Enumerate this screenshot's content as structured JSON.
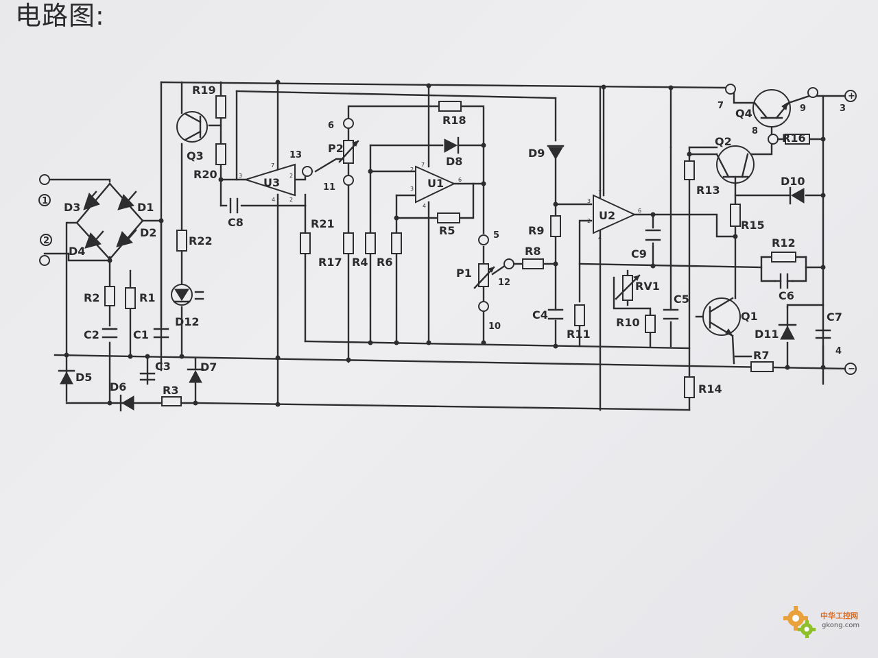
{
  "title": "电路图:",
  "watermark": {
    "site_name": "中华工控网",
    "url": "gkong.com"
  },
  "colors": {
    "ink": "#2d2d30",
    "paper": "#ececef",
    "watermark_orange": "#e06a1b",
    "watermark_green": "#8fbf2a"
  },
  "components": {
    "diodes": [
      "D1",
      "D2",
      "D3",
      "D4",
      "D5",
      "D6",
      "D7",
      "D8",
      "D9",
      "D10",
      "D11",
      "D12"
    ],
    "resistors": [
      "R1",
      "R2",
      "R3",
      "R4",
      "R5",
      "R6",
      "R7",
      "R8",
      "R9",
      "R10",
      "R11",
      "R12",
      "R13",
      "R14",
      "R15",
      "R16",
      "R17",
      "R18",
      "R19",
      "R20",
      "R21",
      "R22"
    ],
    "capacitors": [
      "C1",
      "C2",
      "C3",
      "C4",
      "C5",
      "C6",
      "C7",
      "C8",
      "C9"
    ],
    "transistors": [
      "Q1",
      "Q2",
      "Q3",
      "Q4"
    ],
    "opamps": [
      "U1",
      "U2",
      "U3"
    ],
    "pots": [
      "P1",
      "P2",
      "RV1"
    ],
    "terminals": [
      "1",
      "2",
      "3",
      "4",
      "5",
      "6",
      "7",
      "8",
      "9",
      "10",
      "11",
      "12",
      "13"
    ],
    "polarity": {
      "plus": "+",
      "minus": "−"
    }
  }
}
